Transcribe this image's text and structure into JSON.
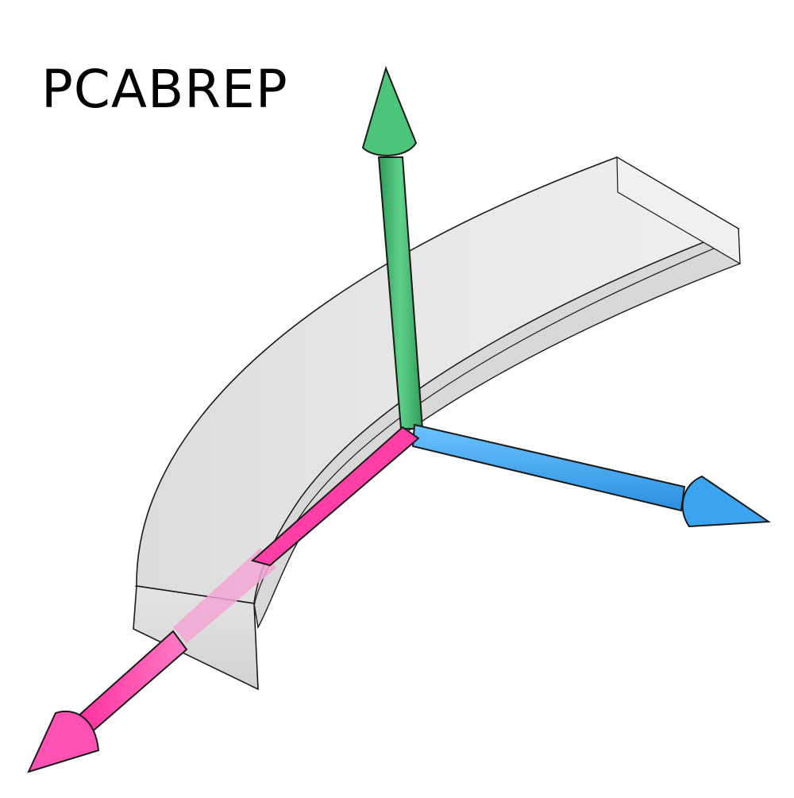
{
  "title": "PCABREP",
  "colors": {
    "background": "#ffffff",
    "part_face": "#e6e6e6",
    "part_edge": "#1a1a1a",
    "axis_x": "#ff40a8",
    "axis_y": "#3bb36b",
    "axis_z": "#3aa4f0"
  },
  "axes": [
    {
      "id": "axis-magenta",
      "color_key": "axis_x"
    },
    {
      "id": "axis-green",
      "color_key": "axis_y"
    },
    {
      "id": "axis-blue",
      "color_key": "axis_z"
    }
  ]
}
